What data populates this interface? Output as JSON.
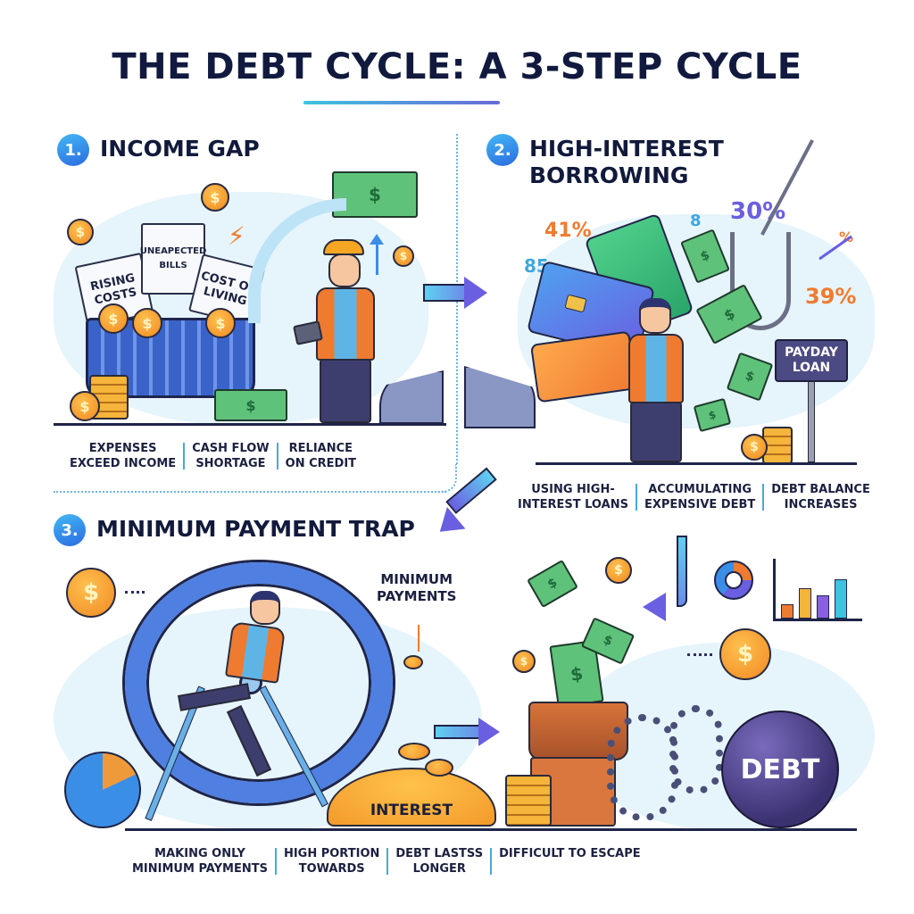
{
  "header": {
    "title": "THE DEBT CYCLE: A 3-STEP CYCLE"
  },
  "steps": [
    {
      "number": "1.",
      "title": "INCOME GAP",
      "illustration": {
        "documents": [
          "RISING\nCOSTS",
          "UNEAPECTED\nBILLS",
          "COST OF\nLIVING"
        ],
        "icons": [
          "shopping-basket-icon",
          "dollar-bill-icon",
          "coin-icon",
          "worker-with-tablet",
          "lightning-icon"
        ]
      },
      "captions": [
        "EXPENSES\nEXCEED INCOME",
        "CASH FLOW\nSHORTAGE",
        "RELIANCE\nON CREDIT"
      ]
    },
    {
      "number": "2.",
      "title": "HIGH-INTEREST\nBORROWING",
      "illustration": {
        "rates": [
          {
            "text": "41%",
            "color": "#ef7b30"
          },
          {
            "text": "85",
            "color": "#3fa7e0"
          },
          {
            "text": "8",
            "color": "#3fa7e0"
          },
          {
            "text": "30%",
            "color": "#6a5fe0"
          },
          {
            "text": "%",
            "color": "#ef7b30"
          },
          {
            "text": "39%",
            "color": "#ef7b30"
          }
        ],
        "sign": "PAYDAY\nLOAN",
        "icons": [
          "credit-card-icon",
          "fish-hook-icon",
          "dollar-bill-icon",
          "trend-up-icon"
        ]
      },
      "captions": [
        "USING HIGH-\nINTEREST LOANS",
        "ACCUMULATING\nEXPENSIVE DEBT",
        "DEBT BALANCE\nINCREASES"
      ]
    },
    {
      "number": "3.",
      "title": "MINIMUM PAYMENT TRAP",
      "illustration": {
        "label_minimum": "MINIMUM\nPAYMENTS",
        "label_interest": "INTEREST",
        "ball_label": "DEBT",
        "icons": [
          "hamster-wheel-icon",
          "pie-chart-icon",
          "bar-chart-icon",
          "chain-icon",
          "donut-chart-icon"
        ]
      },
      "captions": [
        "MAKING ONLY\nMINIMUM PAYMENTS",
        "HIGH PORTION\nTOWARDS",
        "DEBT LASTSS\nLONGER",
        "DIFFICULT TO ESCAPE"
      ]
    }
  ],
  "colors": {
    "title": "#111a3e",
    "accent_blue": "#2b6be0",
    "accent_purple": "#6a5fe0",
    "accent_orange": "#ef7b30",
    "divider": "#6fb4e3"
  },
  "symbols": {
    "dollar": "$"
  }
}
